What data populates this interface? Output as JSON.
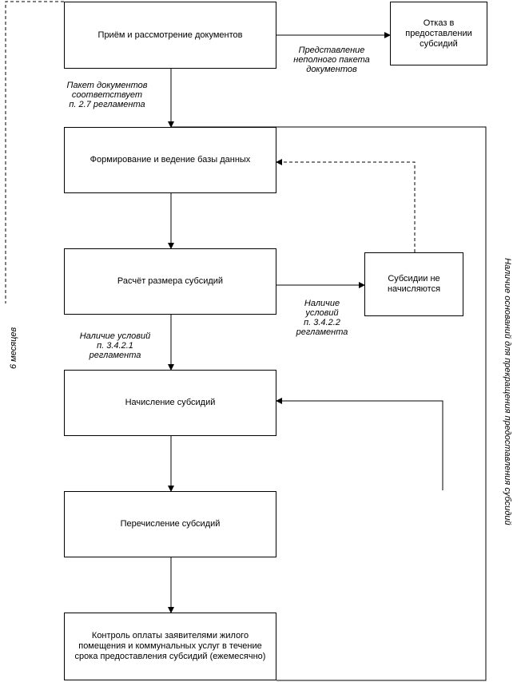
{
  "boxes": {
    "receive": "Приём и рассмотрение документов",
    "refuse": "Отказ в предоставлении субсидий",
    "database": "Формирование и ведение базы данных",
    "calculate": "Расчёт размера субсидий",
    "not_accrued": "Субсидии не начисляются",
    "accrue": "Начисление субсидий",
    "transfer": "Перечисление субсидий",
    "control": "Контроль оплаты заявителями жилого помещения и коммунальных услуг в течение срока предоставления субсидий (ежемесячно)"
  },
  "labels": {
    "incomplete_package": [
      "Представление",
      "неполного пакета",
      "документов"
    ],
    "package_ok": [
      "Пакет документов",
      "соответствует",
      "п. 2.7 регламента"
    ],
    "cond_3422": [
      "Наличие",
      "условий",
      "п. 3.4.2.2",
      "регламента"
    ],
    "cond_3421": [
      "Наличие условий",
      "п. 3.4.2.1",
      "регламента"
    ],
    "six_months": "6 месяцев",
    "termination": "Наличие оснований для прекращения предоставления субсидий"
  }
}
